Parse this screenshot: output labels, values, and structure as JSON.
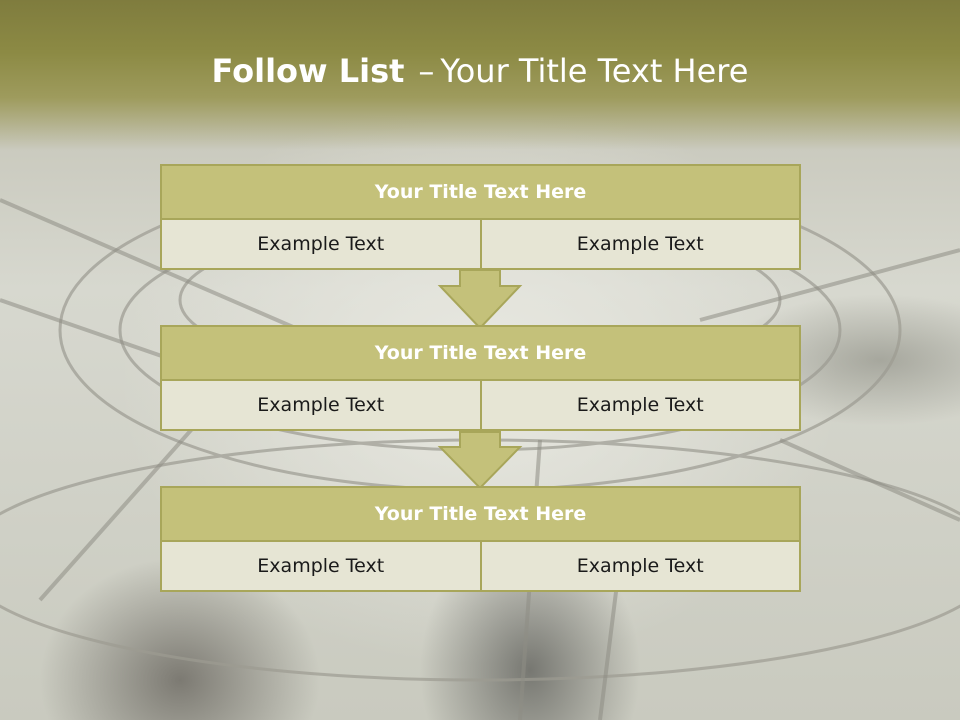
{
  "slide": {
    "title_bold": "Follow List",
    "title_separator": "–",
    "title_rest": "Your Title Text Here"
  },
  "blocks": [
    {
      "title": "Your Title Text Here",
      "cells": [
        "Example Text",
        "Example Text"
      ]
    },
    {
      "title": "Your Title Text Here",
      "cells": [
        "Example Text",
        "Example Text"
      ]
    },
    {
      "title": "Your Title Text Here",
      "cells": [
        "Example Text",
        "Example Text"
      ]
    }
  ],
  "colors": {
    "header_olive": "#8c8a44",
    "block_title_fill": "#c4c17a",
    "cell_fill": "#e6e5d4",
    "border": "#a8a65a"
  }
}
